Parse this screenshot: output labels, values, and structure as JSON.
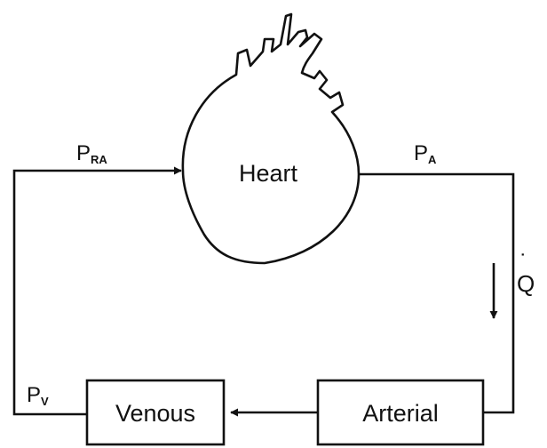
{
  "heart": {
    "label": "Heart"
  },
  "boxes": {
    "venous": "Venous",
    "arterial": "Arterial"
  },
  "pressures": {
    "right_atrial": {
      "symbol": "P",
      "subscript": "RA"
    },
    "arterial": {
      "symbol": "P",
      "subscript": "A"
    },
    "venous": {
      "symbol": "P",
      "subscript": "V"
    }
  },
  "flow": {
    "symbol": "Q",
    "dot": "˙"
  }
}
